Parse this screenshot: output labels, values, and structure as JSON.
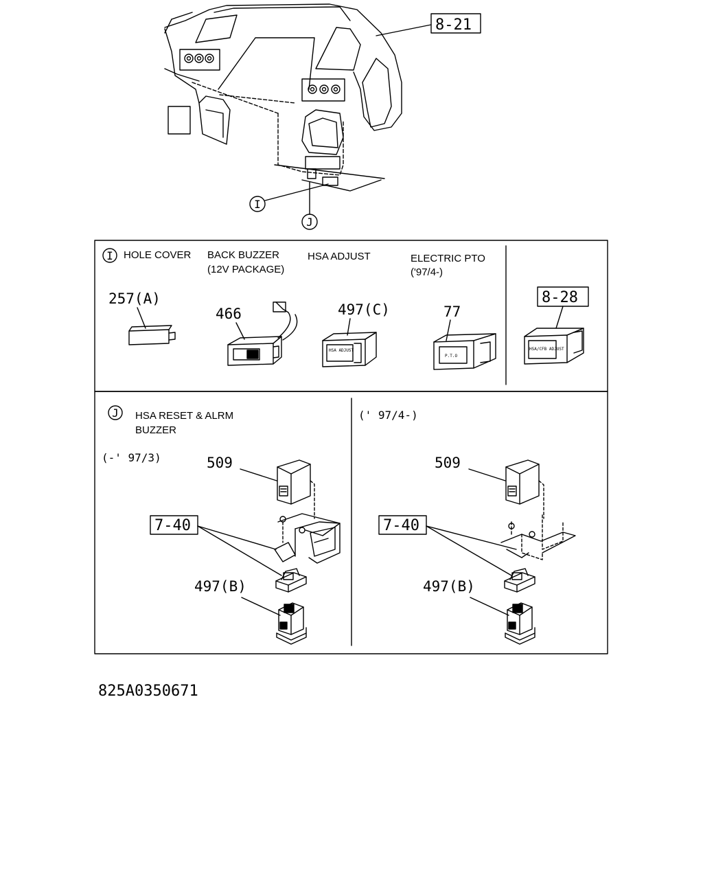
{
  "top": {
    "ref_821": "8-21",
    "callout_i": "I",
    "callout_j": "J"
  },
  "section_i": {
    "marker": "I",
    "hole_cover": "HOLE COVER",
    "back_buzzer_1": "BACK BUZZER",
    "back_buzzer_2": "(12V PACKAGE)",
    "hsa_adjust": "HSA ADJUST",
    "pto_1": "ELECTRIC PTO",
    "pto_2": "('97/4-)",
    "part_257": "257(A)",
    "part_466": "466",
    "part_497c": "497(C)",
    "part_77": "77",
    "ref_828": "8-28",
    "switch_hsa_text": "HSA ADJUST",
    "switch_pto_text": "P.T.O",
    "switch_828_text": "HSA/CFB ADJUST"
  },
  "section_j": {
    "marker": "J",
    "title_1": "HSA RESET & ALRM",
    "title_2": "BUZZER",
    "left": {
      "period": "(-' 97/3)",
      "part_509": "509",
      "ref_740": "7-40",
      "part_497b": "497(B)"
    },
    "right": {
      "period": "(' 97/4-)",
      "part_509": "509",
      "ref_740": "7-40",
      "part_497b": "497(B)"
    }
  },
  "footer": {
    "code": "825A0350671"
  }
}
